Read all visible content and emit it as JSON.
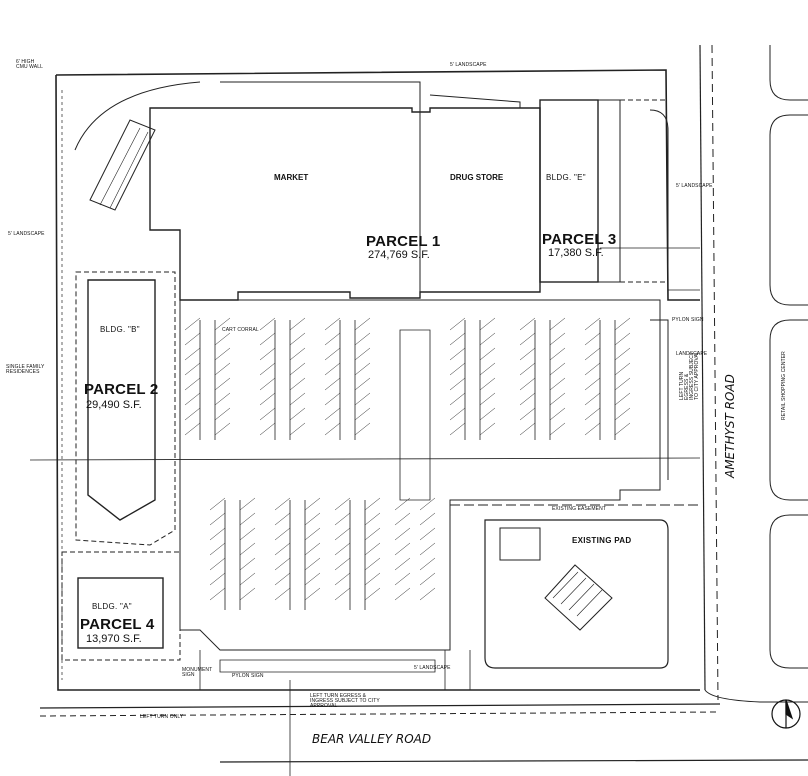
{
  "parcels": [
    {
      "label": "PARCEL 1",
      "area": "274,769 S.F."
    },
    {
      "label": "PARCEL 2",
      "area": "29,490 S.F."
    },
    {
      "label": "PARCEL 3",
      "area": "17,380 S.F."
    },
    {
      "label": "PARCEL 4",
      "area": "13,970 S.F."
    }
  ],
  "buildings": {
    "market": "MARKET",
    "drug_store": "DRUG STORE",
    "bldg_a": "BLDG. \"A\"",
    "bldg_b": "BLDG. \"B\"",
    "bldg_e": "BLDG. \"E\"",
    "existing_pad": "EXISTING PAD"
  },
  "roads": {
    "south": "BEAR VALLEY ROAD",
    "east": "AMETHYST ROAD"
  },
  "notes": {
    "landscape_n": "5' LANDSCAPE",
    "landscape_w": "5' LANDSCAPE",
    "landscape_e": "5' LANDSCAPE",
    "landscape_e2": "LANDSCAPE",
    "landscape_s": "5' LANDSCAPE",
    "block_wall": "6' HIGH CMU WALL",
    "residential": "SINGLE FAMILY RESIDENCES",
    "left_turn_egress_s": "LEFT TURN EGRESS & INGRESS SUBJECT TO CITY APPROVAL",
    "left_turn_egress_e": "LEFT TURN EGRESS & INGRESS SUBJECT TO CITY APPROVAL",
    "pylon_sign_s": "PYLON SIGN",
    "pylon_sign_e": "PYLON SIGN",
    "monument_sign": "MONUMENT SIGN",
    "cart_corral": "CART CORRAL",
    "left_turn_only": "LEFT TURN ONLY",
    "easement": "EXISTING EASEMENT",
    "retail_center": "RETAIL SHOPPING CENTER"
  },
  "north_arrow": "north-arrow-icon"
}
